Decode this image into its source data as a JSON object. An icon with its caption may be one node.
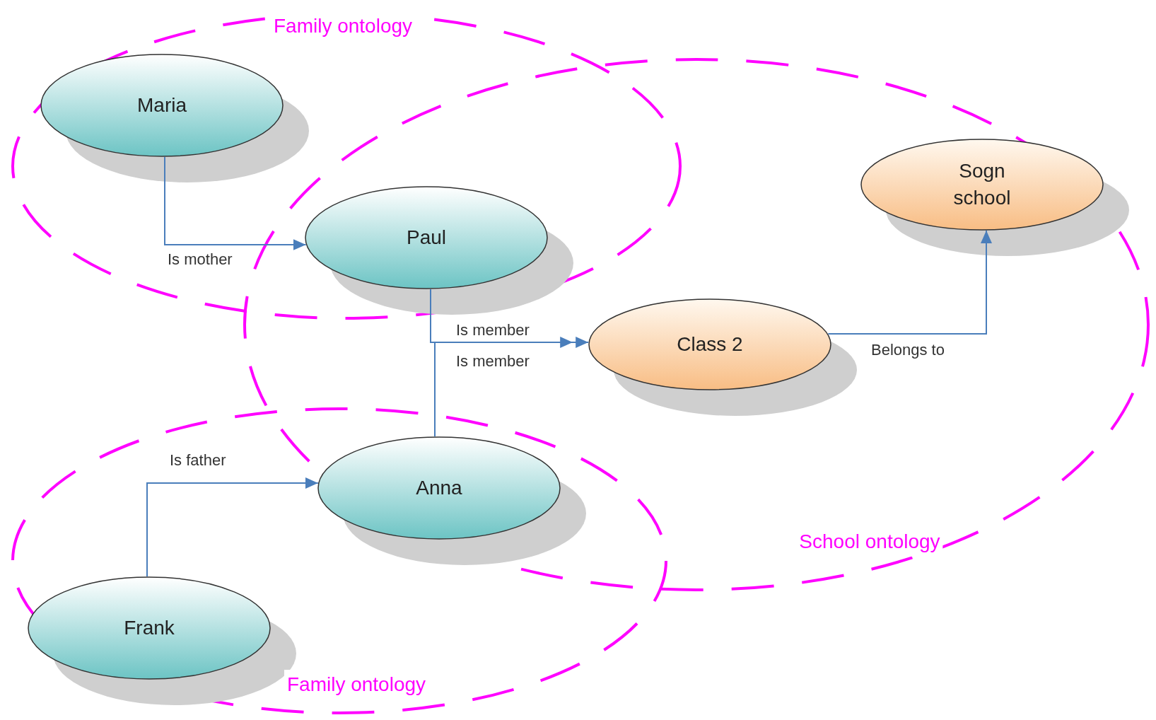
{
  "diagram": {
    "nodes": [
      {
        "text": [
          "Family ontology"
        ]
      },
      {
        "text": [
          "Maria"
        ],
        "in": 0
      },
      {
        "text": [
          "Paul"
        ]
      },
      {
        "text": [
          "School ontology"
        ]
      },
      {
        "text": [
          "Class 2"
        ],
        "in": 3
      },
      {
        "text": [
          "Sogn school"
        ],
        "in": 3
      },
      {
        "text": [
          "Family ontology"
        ]
      },
      {
        "text": [
          "Anna"
        ]
      },
      {
        "text": [
          "Frank"
        ],
        "in": 6
      }
    ],
    "edges": [
      {
        "from": 1,
        "to": 2,
        "arrow": "to",
        "label": "Is mother"
      },
      {
        "from": 2,
        "to": 4,
        "arrow": "to",
        "label": "Is member"
      },
      {
        "from": 7,
        "to": 4,
        "arrow": "to",
        "label": "Is member"
      },
      {
        "from": 8,
        "to": 7,
        "arrow": "to",
        "label": "Is father"
      },
      {
        "from": 4,
        "to": 5,
        "arrow": "to",
        "label": "Belongs to"
      }
    ]
  }
}
